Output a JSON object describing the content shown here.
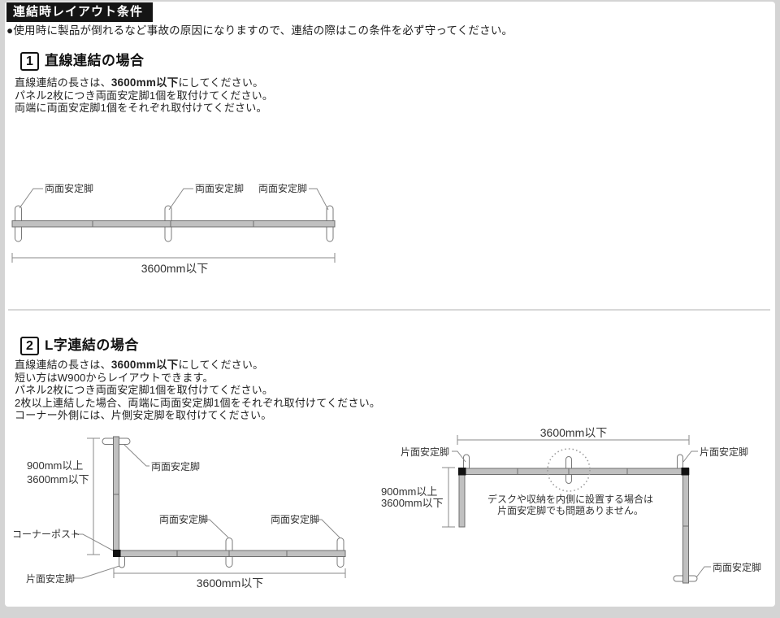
{
  "header": {
    "title": "連結時レイアウト条件",
    "note": "●使用時に製品が倒れるなど事故の原因になりますので、連結の際はこの条件を必ず守ってください。"
  },
  "section1": {
    "badge": "1",
    "heading": "直線連結の場合",
    "lines": {
      "l1_pre": "直線連結の長さは、",
      "l1_bold": "3600mm以下",
      "l1_post": "にしてください。",
      "l2": "パネル2枚につき両面安定脚1個を取付けてください。",
      "l3": "両端に両面安定脚1個をそれぞれ取付けてください。"
    }
  },
  "section2": {
    "badge": "2",
    "heading": "L字連結の場合",
    "lines": {
      "l1_pre": "直線連結の長さは、",
      "l1_bold": "3600mm以下",
      "l1_post": "にしてください。",
      "l2": "短い方はW900からレイアウトできます。",
      "l3": "パネル2枚につき両面安定脚1個を取付けてください。",
      "l4": "2枚以上連結した場合、両端に両面安定脚1個をそれぞれ取付けてください。",
      "l5": "コーナー外側には、片側安定脚を取付けてください。"
    }
  },
  "diagram_labels": {
    "double_sided_leg": "両面安定脚",
    "single_sided_leg": "片面安定脚",
    "corner_post": "コーナーポスト",
    "max_length": "3600mm以下",
    "min_length": "900mm以上",
    "inner_note_line1": "デスクや収納を内側に設置する場合は",
    "inner_note_line2": "片面安定脚でも問題ありません。"
  },
  "colors": {
    "title_bg": "#151515",
    "panel_fill": "#c0c0c0",
    "panel_stroke": "#6e6e6e",
    "annotation_line": "#8a8a8a",
    "corner_post": "#111111",
    "page_frame": "#d4d4d4"
  }
}
